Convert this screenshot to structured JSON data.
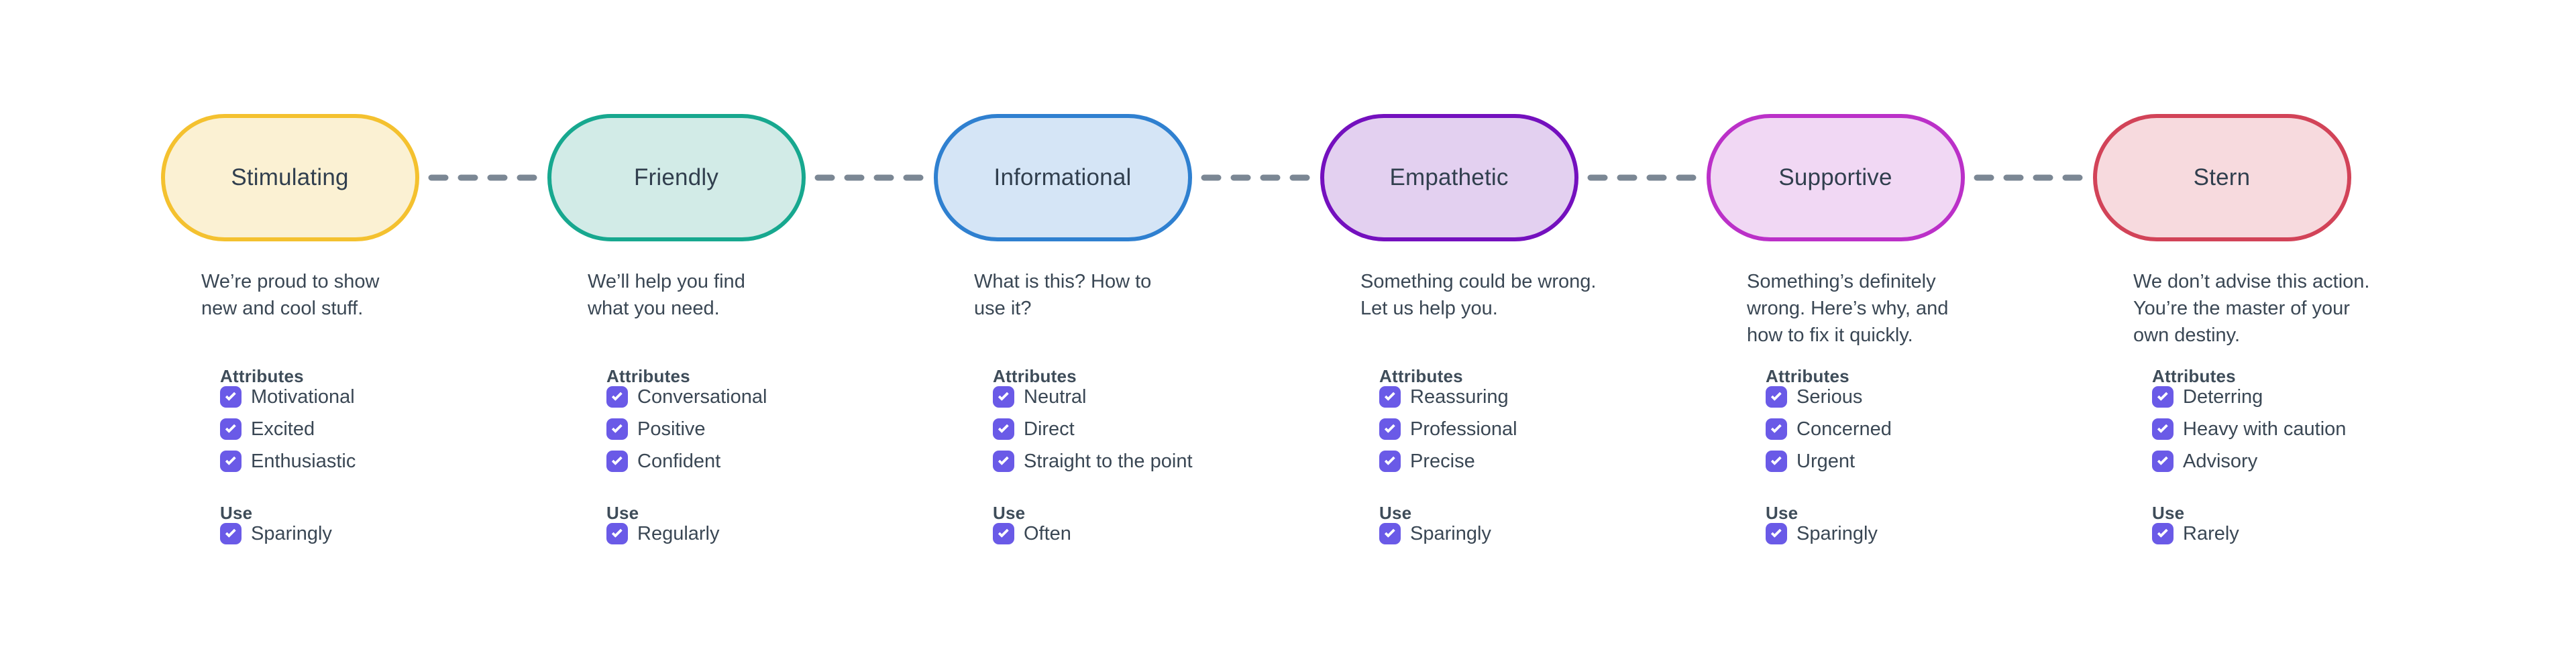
{
  "theme": {
    "background": "#FFFFFF",
    "checkbox_color": "#6A5AE7",
    "connector_color": "#7B8794",
    "text_color": "#3A4754",
    "heading_color": "#3E4C59",
    "node_label_color": "#313F4E"
  },
  "tones": [
    {
      "name": "Stimulating",
      "border_color": "#F4C12F",
      "fill_color": "#FBF1D3",
      "description_lines": [
        "We’re proud to show",
        "new and cool stuff."
      ],
      "attributes_label": "Attributes",
      "attributes": [
        "Motivational",
        "Excited",
        "Enthusiastic"
      ],
      "use_label": "Use",
      "use_value": "Sparingly"
    },
    {
      "name": "Friendly",
      "border_color": "#17A88F",
      "fill_color": "#D2EBE7",
      "description_lines": [
        "We’ll help you find",
        "what you need."
      ],
      "attributes_label": "Attributes",
      "attributes": [
        "Conversational",
        "Positive",
        "Confident"
      ],
      "use_label": "Use",
      "use_value": "Regularly"
    },
    {
      "name": "Informational",
      "border_color": "#2F80D0",
      "fill_color": "#D5E5F6",
      "description_lines": [
        "What is this? How to",
        "use it?"
      ],
      "attributes_label": "Attributes",
      "attributes": [
        "Neutral",
        "Direct",
        "Straight to the point"
      ],
      "use_label": "Use",
      "use_value": "Often"
    },
    {
      "name": "Empathetic",
      "border_color": "#7410BE",
      "fill_color": "#E3D0F0",
      "description_lines": [
        "Something could be wrong.",
        "Let us help you."
      ],
      "attributes_label": "Attributes",
      "attributes": [
        "Reassuring",
        "Professional",
        "Precise"
      ],
      "use_label": "Use",
      "use_value": "Sparingly"
    },
    {
      "name": "Supportive",
      "border_color": "#BB30C8",
      "fill_color": "#F1D8F4",
      "description_lines": [
        "Something’s definitely",
        "wrong. Here’s why, and",
        "how to fix it quickly."
      ],
      "attributes_label": "Attributes",
      "attributes": [
        "Serious",
        "Concerned",
        "Urgent"
      ],
      "use_label": "Use",
      "use_value": "Sparingly"
    },
    {
      "name": "Stern",
      "border_color": "#D24358",
      "fill_color": "#F7DADE",
      "description_lines": [
        "We don’t advise this action.",
        "You’re the master of your",
        "own destiny."
      ],
      "attributes_label": "Attributes",
      "attributes": [
        "Deterring",
        "Heavy with caution",
        "Advisory"
      ],
      "use_label": "Use",
      "use_value": "Rarely"
    }
  ]
}
